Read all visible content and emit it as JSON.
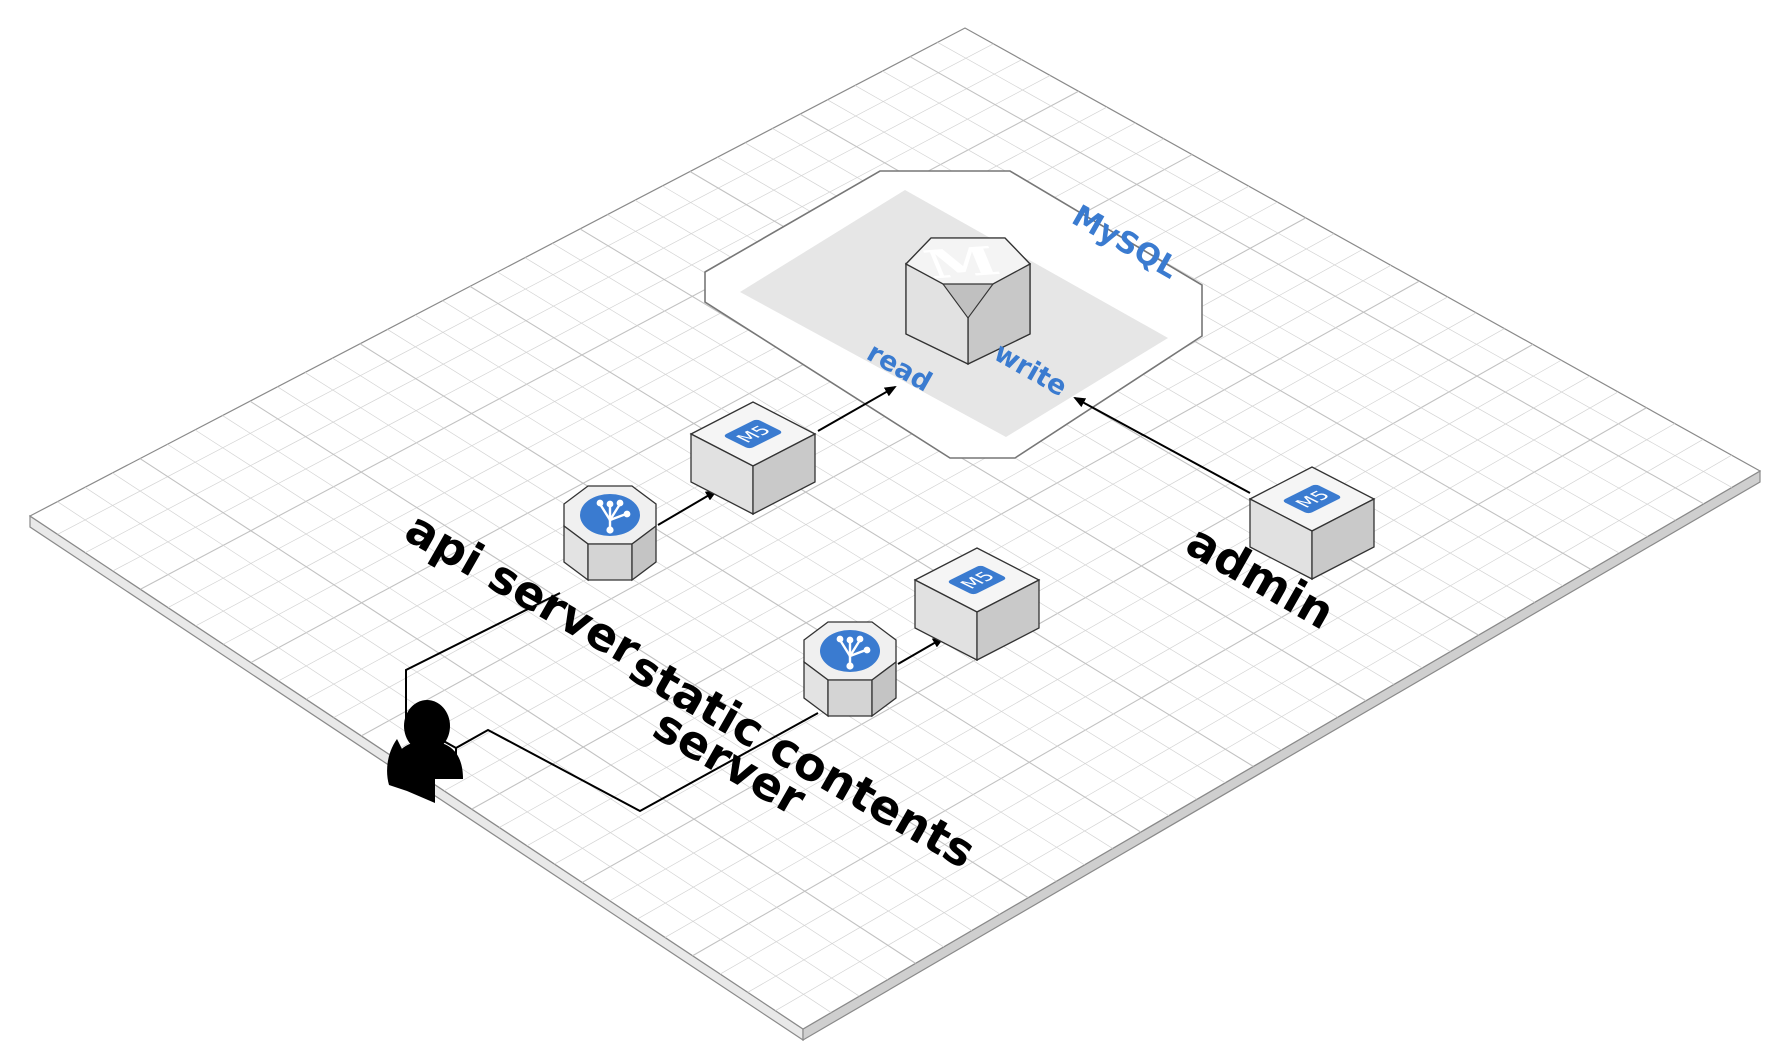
{
  "diagram": {
    "labels": {
      "api_server": "api server",
      "static_server_line1": "static contents",
      "static_server_line2": "server",
      "admin": "admin",
      "mysql": "MySQL",
      "read": "read",
      "write": "write"
    },
    "instances": {
      "api_instance": "M5",
      "static_instance": "M5",
      "admin_instance": "M5"
    },
    "database_icon": "M",
    "icons": {
      "user": "user-icon",
      "load_balancer": "load-balancer-icon",
      "instance": "ec2-instance-icon",
      "database": "mysql-database-icon"
    },
    "colors": {
      "accent": "#3a7bd0",
      "grid_line": "#d4d4d4",
      "block_face": "#e8e8e8",
      "zone_fill": "#e6e6e6"
    }
  }
}
